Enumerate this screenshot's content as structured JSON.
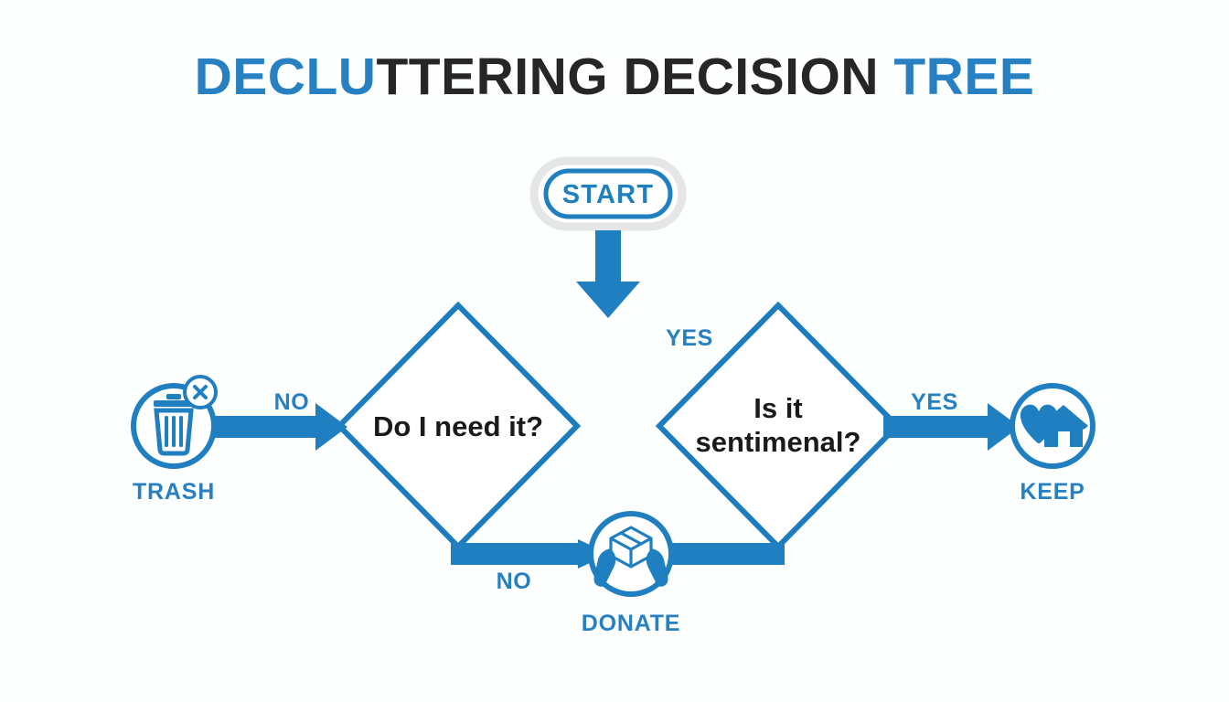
{
  "page": {
    "title_part_blue_1": "DECLU",
    "title_part_dark_1": "TTERING",
    "title_space_1": " ",
    "title_part_dark_2": "DECISION",
    "title_space_2": " ",
    "title_part_blue_2": "TREE",
    "full_title": "DECLUTTERING DECISION TREE",
    "background_color": "#fdfefe"
  },
  "colors": {
    "accent_blue": "#2680c2",
    "arrow_blue": "#1f7fc0",
    "stroke_blue": "#1c7cbe",
    "title_dark": "#262626",
    "node_text": "#1a1a1a",
    "start_ring_gray": "#e4e6e8"
  },
  "flow": {
    "start": {
      "label": "START",
      "shape": "rounded-pill"
    },
    "decisions": [
      {
        "id": "need",
        "line1": "Do I need it?",
        "line2": "",
        "shape": "diamond"
      },
      {
        "id": "sentimental",
        "line1": "Is it",
        "line2": "sentimenal?",
        "shape": "diamond"
      }
    ],
    "outcomes": [
      {
        "id": "trash",
        "label": "TRASH",
        "icon": "trash-can-icon"
      },
      {
        "id": "donate",
        "label": "DONATE",
        "icon": "donate-hands-box-icon"
      },
      {
        "id": "keep",
        "label": "KEEP",
        "icon": "heart-home-icon"
      }
    ],
    "edge_labels": [
      {
        "id": "need-to-trash",
        "label": "NO"
      },
      {
        "id": "need-to-sentimental",
        "label": "YES"
      },
      {
        "id": "need-to-donate",
        "label": "NO"
      },
      {
        "id": "sentimental-to-keep",
        "label": "YES"
      }
    ]
  }
}
